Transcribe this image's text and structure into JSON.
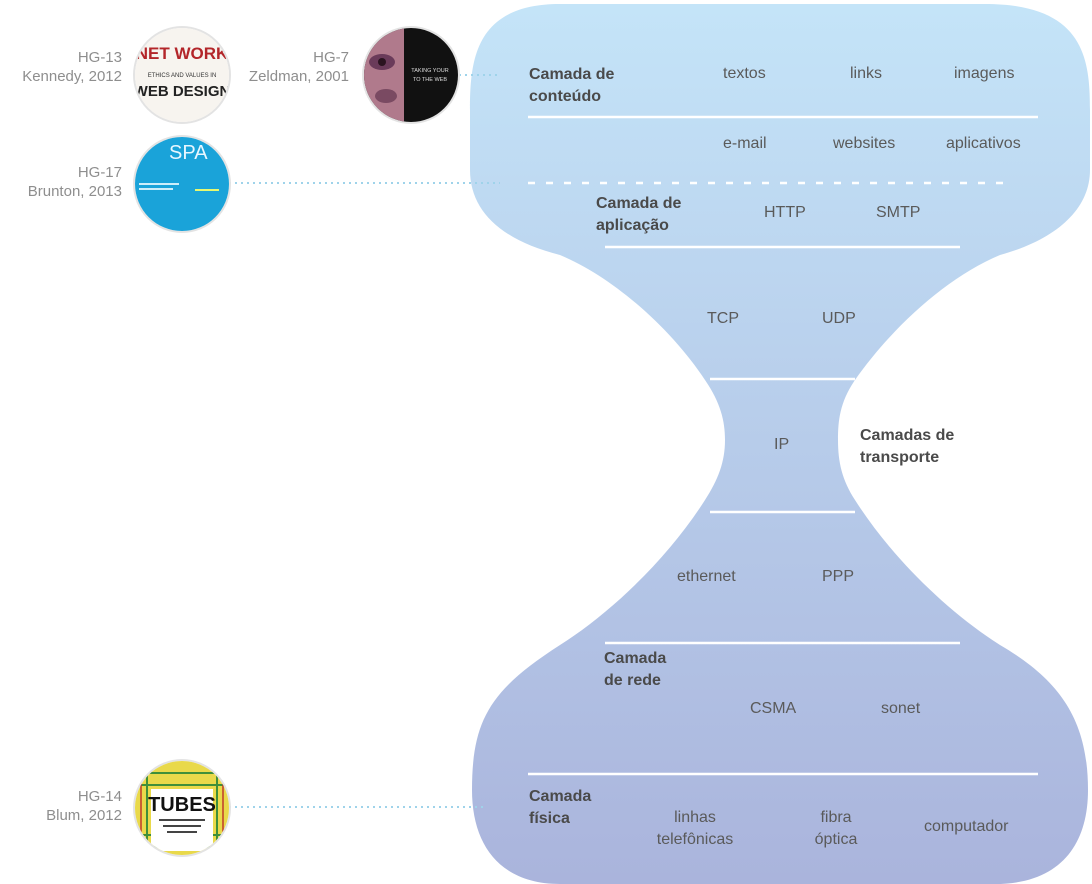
{
  "layers": {
    "content": {
      "title_line1": "Camada de",
      "title_line2": "conteúdo",
      "row1": [
        "textos",
        "links",
        "imagens"
      ],
      "row2": [
        "e-mail",
        "websites",
        "aplicativos"
      ]
    },
    "application": {
      "title_line1": "Camada de",
      "title_line2": "aplicação",
      "items": [
        "HTTP",
        "SMTP"
      ]
    },
    "transport": {
      "title_line1": "Camadas de",
      "title_line2": "transporte",
      "items": [
        "TCP",
        "UDP"
      ],
      "ip": "IP"
    },
    "network": {
      "title_line1": "Camada",
      "title_line2": "de rede",
      "items": [
        "ethernet",
        "PPP",
        "CSMA",
        "sonet"
      ]
    },
    "physical": {
      "title_line1": "Camada",
      "title_line2": "física",
      "item1_line1": "linhas",
      "item1_line2": "telefônicas",
      "item2_line1": "fibra",
      "item2_line2": "óptica",
      "item3": "computador"
    }
  },
  "references": [
    {
      "code": "HG-13",
      "author": "Kennedy, 2012",
      "cover_line1": "NET WORK",
      "cover_line2": "ETHICS AND VALUES IN",
      "cover_line3": "WEB DESIGN"
    },
    {
      "code": "HG-7",
      "author": "Zeldman, 2001",
      "cover_line1": "TAKING YOUR",
      "cover_line2": "TO THE WEB"
    },
    {
      "code": "HG-17",
      "author": "Brunton, 2013",
      "cover_line1": "SPA"
    },
    {
      "code": "HG-14",
      "author": "Blum, 2012",
      "cover_line1": "TUBES"
    }
  ],
  "colors": {
    "shape_top": "#c4e4f8",
    "shape_bottom": "#aab4dc",
    "divider": "#ffffff",
    "connector": "#9fd3ea",
    "text": "#5a5a5a",
    "bold_text": "#4a4a4a",
    "ref_text": "#8e8e8e"
  }
}
